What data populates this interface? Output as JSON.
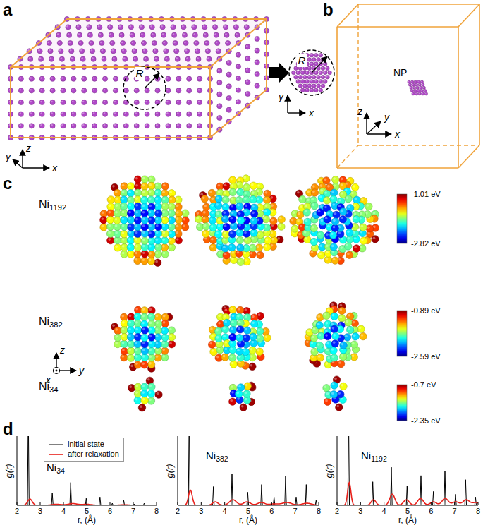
{
  "diagram": {
    "labels": [
      "a",
      "b",
      "R",
      "R",
      "y",
      "x",
      "z",
      "y",
      "x",
      "NP",
      "z",
      "y",
      "x",
      "c",
      "Ni1192",
      "Ni382",
      "Ni34",
      "z",
      "y",
      "x",
      "-1.01 eV",
      "-2.82 eV",
      "-0.89 eV",
      "-2.59 eV",
      "-0.7 eV",
      "-2.35 eV",
      "d",
      "Ni34",
      "Ni382",
      "Ni1192",
      "g(r)",
      "r, (Å)",
      "2",
      "3",
      "4",
      "5",
      "6",
      "7",
      "8",
      "g(r)",
      "r, (Å)",
      "2",
      "3",
      "4",
      "5",
      "6",
      "7",
      "8",
      "g(r)",
      "r, (Å)",
      "2",
      "3",
      "4",
      "5",
      "6",
      "7",
      "8"
    ],
    "legend": [
      {
        "text": "initial state"
      },
      {
        "text": "after relaxation"
      }
    ]
  }
}
